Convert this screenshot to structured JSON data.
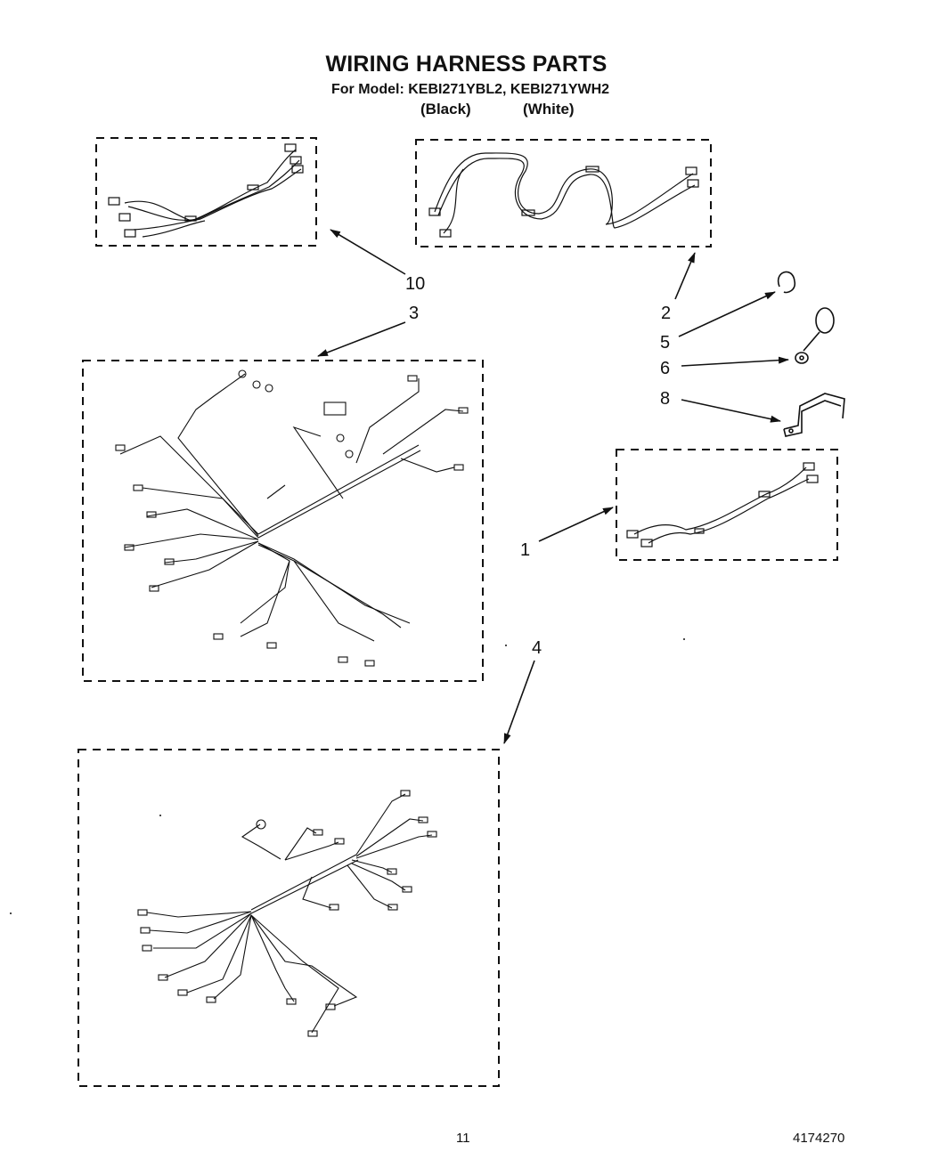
{
  "header": {
    "title": "WIRING HARNESS PARTS",
    "model_line": "For Model: KEBI271YBL2,  KEBI271YWH2",
    "variant_black": "(Black)",
    "variant_white": "(White)"
  },
  "callouts": {
    "c10": "10",
    "c3": "3",
    "c2": "2",
    "c5": "5",
    "c6": "6",
    "c8": "8",
    "c1": "1",
    "c4": "4"
  },
  "footer": {
    "page_number": "11",
    "doc_number": "4174270"
  }
}
